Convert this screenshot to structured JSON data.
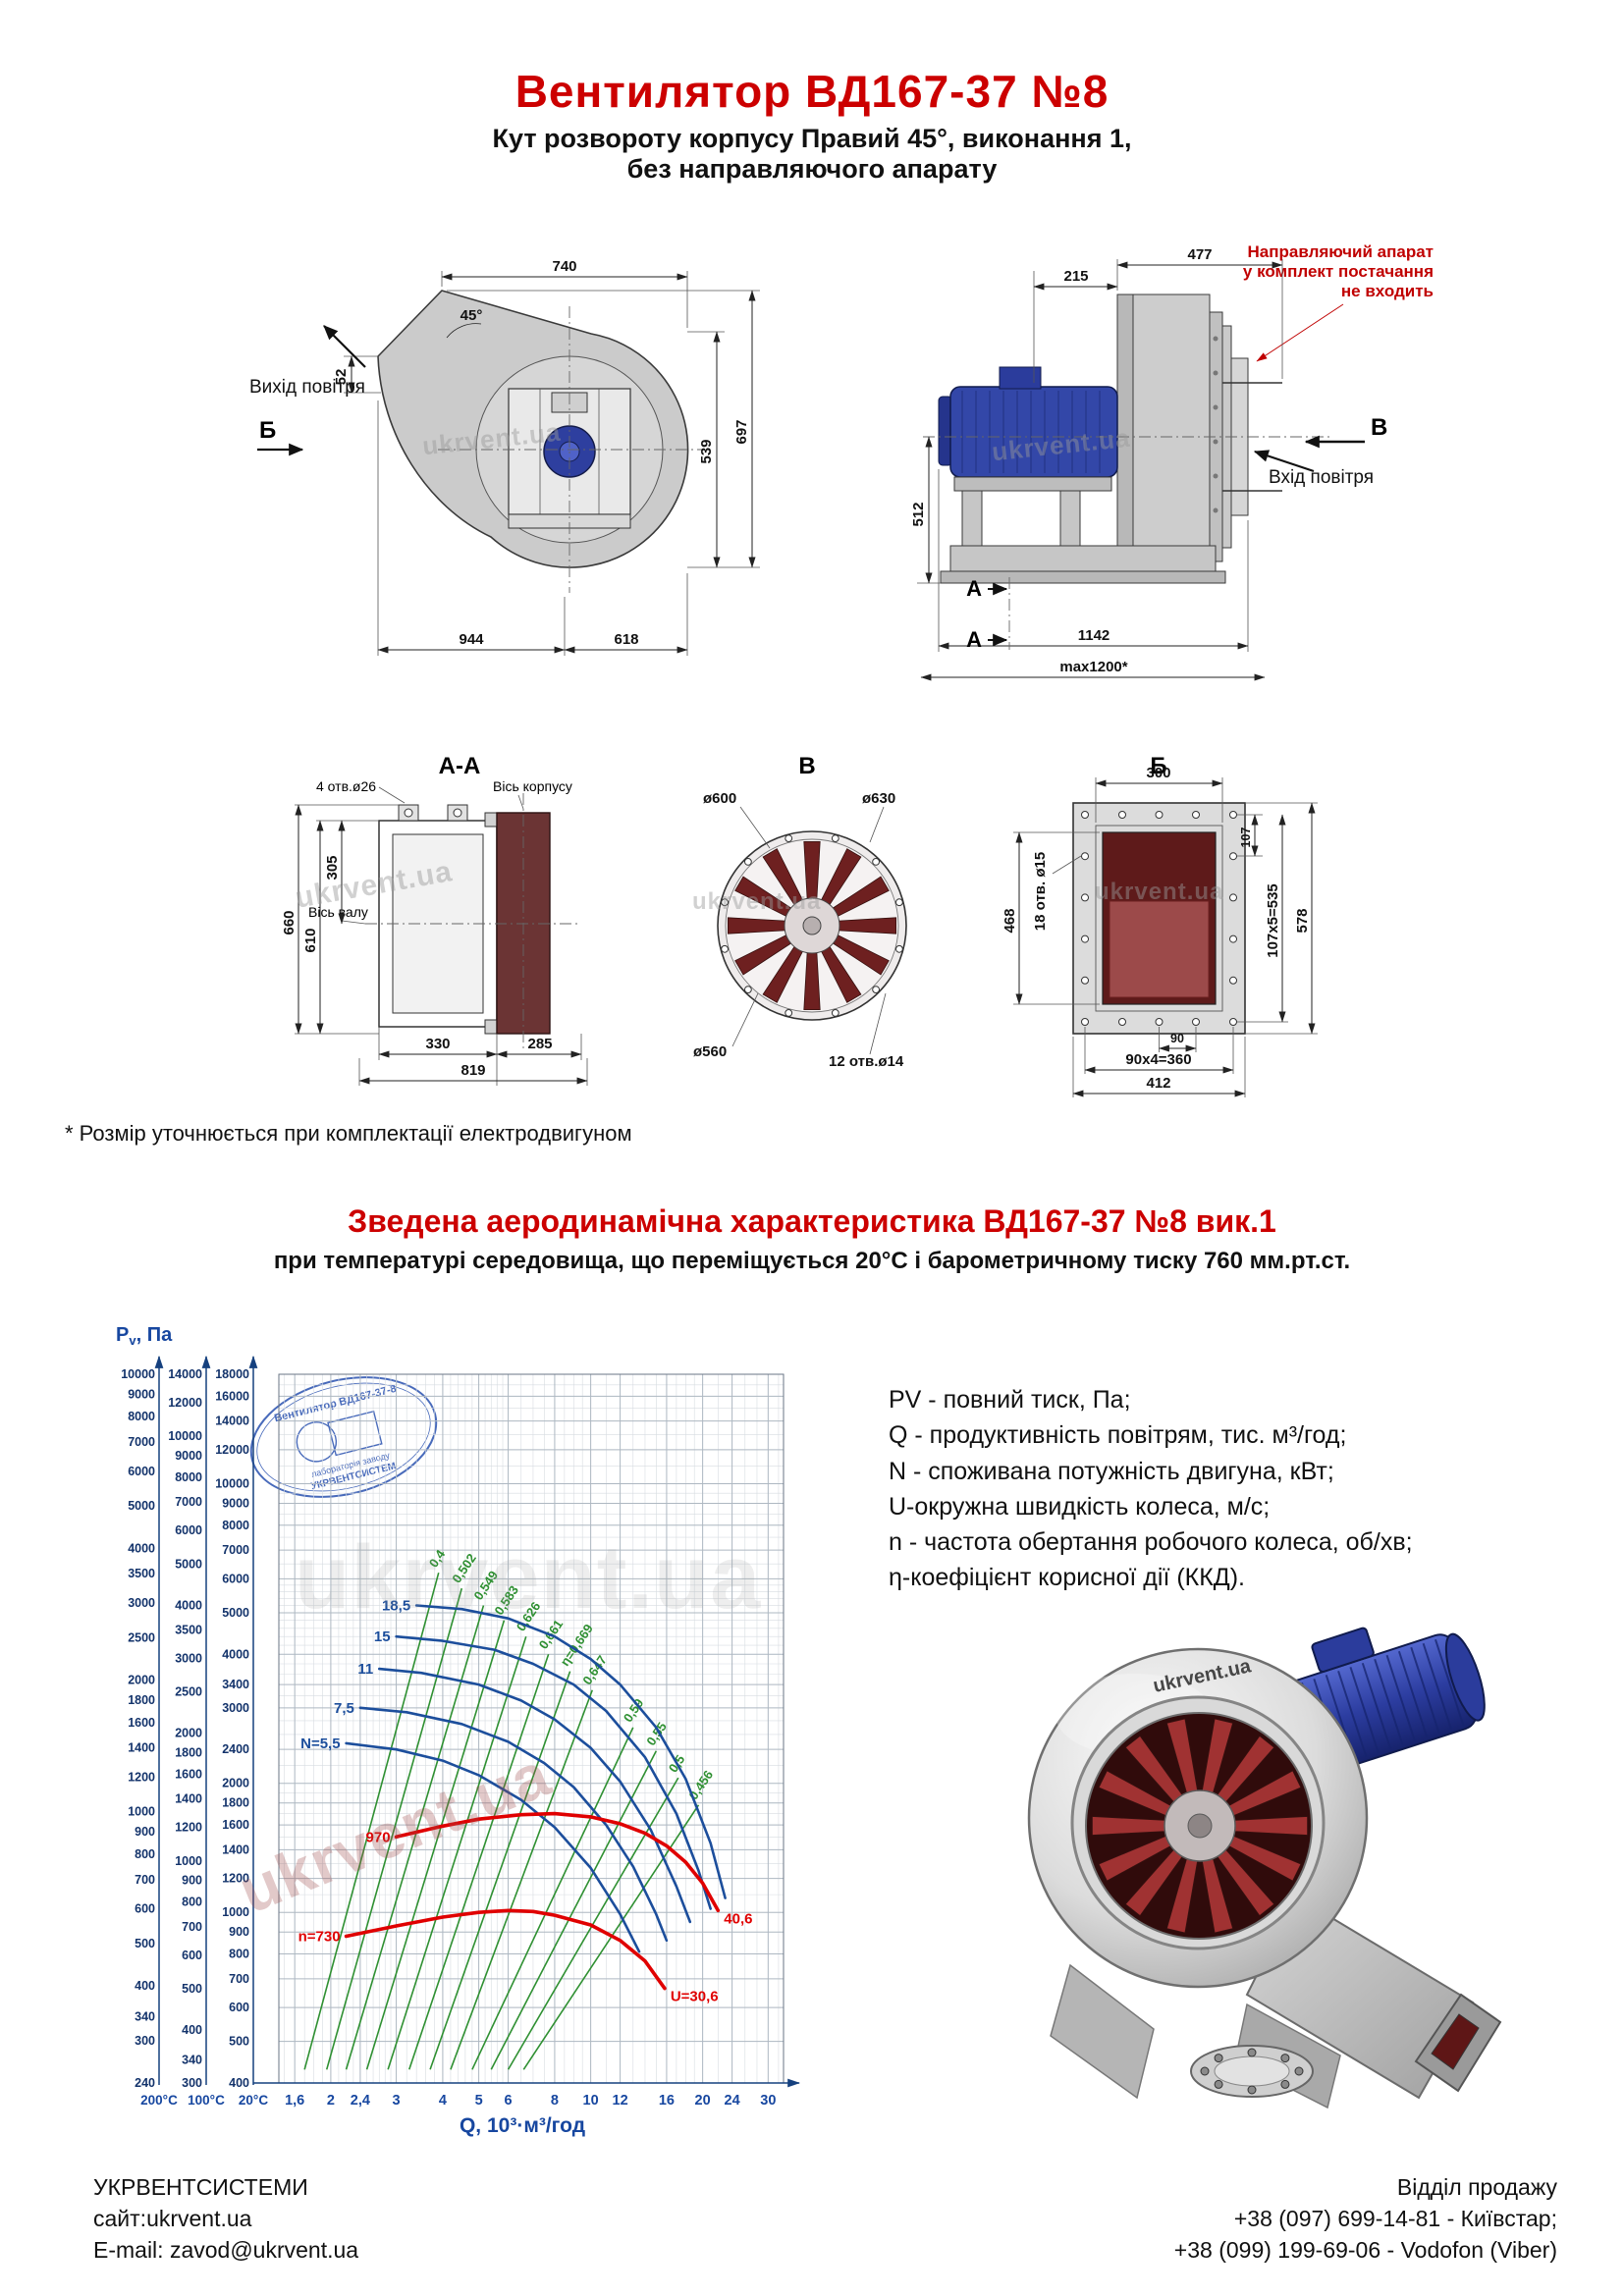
{
  "watermark": "ukrvent.ua",
  "header": {
    "title": "Вентилятор ВД167-37 №8",
    "subtitle1": "Кут розвороту корпусу Правий 45°, виконання 1,",
    "subtitle2": "без направляючого апарату"
  },
  "front_view": {
    "air_out_label": "Вихід повітря",
    "section_mark": "Б",
    "dim_740": "740",
    "dim_45": "45°",
    "dim_539": "539",
    "dim_697": "697",
    "dim_944": "944",
    "dim_618": "618",
    "dim_52": "52"
  },
  "side_view": {
    "warning1": "Направляючий апарат",
    "warning2": "у комплект постачання",
    "warning3": "не входить",
    "air_in_label": "Вхід повітря",
    "mark_v": "В",
    "mark_a": "А",
    "dim_477": "477",
    "dim_215": "215",
    "dim_512": "512",
    "dim_1142": "1142",
    "dim_max1200": "max1200*"
  },
  "section_aa": {
    "title": "А-А",
    "axis_housing": "Вісь корпусу",
    "axis_shaft": "Вісь валу",
    "holes": "4 отв.ø26",
    "dim_660": "660",
    "dim_610": "610",
    "dim_305": "305",
    "dim_330": "330",
    "dim_285": "285",
    "dim_819": "819"
  },
  "section_v": {
    "title": "В",
    "dim_600": "ø600",
    "dim_630": "ø630",
    "dim_560": "ø560",
    "holes": "12 отв.ø14"
  },
  "section_b": {
    "title": "Б",
    "dim_300": "300",
    "holes": "18 отв. ø15",
    "dim_468": "468",
    "dim_107": "107",
    "dim_107x5": "107х5=535",
    "dim_578": "578",
    "dim_90": "90",
    "dim_90x4": "90х4=360",
    "dim_412": "412"
  },
  "footnote": "* Розмір уточнюється при комплектації електродвигуном",
  "aero": {
    "heading": "Зведена аеродинамічна характеристика ВД167-37 №8 вик.1",
    "subheading": "при температурі середовища, що переміщується 20°С і барометричному тиску 760 мм.рт.ст.",
    "legend": [
      "PV - повний тиск, Па;",
      "Q - продуктивність повітрям, тис. м³/год;",
      "N - споживана потужність двигуна, кВт;",
      "U-окружна швидкість колеса, м/с;",
      "n - частота обертання робочого колеса, об/хв;",
      "η-коефіцієнт корисної дії (ККД)."
    ]
  },
  "chart_data": {
    "type": "line",
    "title": "Зведена аеродинамічна характеристика ВД167-37 №8 вик.1",
    "xlabel": "Q, 10³·м³/год",
    "ylabel": "Pv, Па",
    "x_scale": "log",
    "y_scale": "log",
    "x_range": [
      1.45,
      33
    ],
    "x_ticks": [
      "1,6",
      "2",
      "2,4",
      "3",
      "4",
      "5",
      "6",
      "8",
      "10",
      "12",
      "16",
      "20",
      "24",
      "30"
    ],
    "x_tick_values": [
      1.6,
      2,
      2.4,
      3,
      4,
      5,
      6,
      8,
      10,
      12,
      16,
      20,
      24,
      30
    ],
    "pressure_scales": [
      {
        "label": "200°C",
        "range": [
          240,
          10000
        ],
        "ticks": [
          10000,
          9000,
          8000,
          7000,
          6000,
          5000,
          4000,
          3500,
          3000,
          2500,
          2000,
          1800,
          1600,
          1400,
          1200,
          1000,
          900,
          800,
          700,
          600,
          500,
          400,
          340,
          300,
          240
        ]
      },
      {
        "label": "100°C",
        "range": [
          300,
          14000
        ],
        "ticks": [
          14000,
          12000,
          10000,
          9000,
          8000,
          7000,
          6000,
          5000,
          4000,
          3500,
          3000,
          2500,
          2000,
          1800,
          1600,
          1400,
          1200,
          1000,
          900,
          800,
          700,
          600,
          500,
          400,
          340,
          300
        ]
      },
      {
        "label": "20°C",
        "range": [
          400,
          18000
        ],
        "ticks": [
          18000,
          16000,
          14000,
          12000,
          10000,
          9000,
          8000,
          7000,
          6000,
          5000,
          4000,
          3400,
          3000,
          2400,
          2000,
          1800,
          1600,
          1400,
          1200,
          1000,
          900,
          800,
          700,
          600,
          500,
          400
        ]
      }
    ],
    "power_curves": [
      {
        "label": "18,5",
        "points": [
          [
            3.4,
            5200
          ],
          [
            4.5,
            5100
          ],
          [
            6,
            4850
          ],
          [
            8,
            4400
          ],
          [
            10,
            3900
          ],
          [
            12,
            3400
          ],
          [
            15,
            2700
          ],
          [
            18,
            2050
          ],
          [
            21,
            1450
          ],
          [
            23,
            1080
          ]
        ]
      },
      {
        "label": "15",
        "points": [
          [
            3.0,
            4400
          ],
          [
            4,
            4300
          ],
          [
            5.5,
            4100
          ],
          [
            7,
            3800
          ],
          [
            9,
            3400
          ],
          [
            11,
            2950
          ],
          [
            14,
            2300
          ],
          [
            17,
            1700
          ],
          [
            19.5,
            1250
          ],
          [
            21,
            1020
          ]
        ]
      },
      {
        "label": "11",
        "points": [
          [
            2.7,
            3700
          ],
          [
            3.5,
            3620
          ],
          [
            5,
            3400
          ],
          [
            6.5,
            3120
          ],
          [
            8,
            2820
          ],
          [
            10,
            2420
          ],
          [
            12,
            2020
          ],
          [
            14.5,
            1560
          ],
          [
            17,
            1150
          ],
          [
            18.5,
            950
          ]
        ]
      },
      {
        "label": "7,5",
        "points": [
          [
            2.4,
            3000
          ],
          [
            3.2,
            2930
          ],
          [
            4.5,
            2750
          ],
          [
            6,
            2500
          ],
          [
            7.5,
            2230
          ],
          [
            9,
            1960
          ],
          [
            11,
            1600
          ],
          [
            13,
            1280
          ],
          [
            15,
            990
          ],
          [
            16,
            860
          ]
        ]
      },
      {
        "label": "N=5,5",
        "points": [
          [
            2.2,
            2480
          ],
          [
            3,
            2400
          ],
          [
            4,
            2260
          ],
          [
            5,
            2090
          ],
          [
            6.5,
            1830
          ],
          [
            8,
            1580
          ],
          [
            10,
            1270
          ],
          [
            12,
            990
          ],
          [
            13.5,
            810
          ]
        ]
      }
    ],
    "efficiency_lines": [
      {
        "label": "0,4",
        "from": [
          1.7,
          430
        ],
        "to": [
          3.9,
          6200
        ]
      },
      {
        "label": "0,502",
        "from": [
          1.95,
          430
        ],
        "to": [
          4.5,
          5700
        ]
      },
      {
        "label": "0,549",
        "from": [
          2.2,
          430
        ],
        "to": [
          5.15,
          5200
        ]
      },
      {
        "label": "0,583",
        "from": [
          2.5,
          430
        ],
        "to": [
          5.85,
          4800
        ]
      },
      {
        "label": "0,626",
        "from": [
          2.85,
          430
        ],
        "to": [
          6.7,
          4400
        ]
      },
      {
        "label": "0,661",
        "from": [
          3.25,
          430
        ],
        "to": [
          7.7,
          4000
        ]
      },
      {
        "label": "η=0,669",
        "from": [
          3.7,
          430
        ],
        "to": [
          8.8,
          3650
        ]
      },
      {
        "label": "0,647",
        "from": [
          4.2,
          430
        ],
        "to": [
          10.1,
          3300
        ]
      },
      {
        "label": "0,59",
        "from": [
          4.8,
          430
        ],
        "to": [
          13.0,
          2700
        ]
      },
      {
        "label": "0,55",
        "from": [
          5.4,
          430
        ],
        "to": [
          15.0,
          2380
        ]
      },
      {
        "label": "0,5",
        "from": [
          6.0,
          430
        ],
        "to": [
          17.2,
          2060
        ]
      },
      {
        "label": "0,456",
        "from": [
          6.6,
          430
        ],
        "to": [
          19.5,
          1780
        ]
      }
    ],
    "speed_curves": [
      {
        "label": "970",
        "end_label": "40,6",
        "points": [
          [
            3.0,
            1500
          ],
          [
            4,
            1590
          ],
          [
            5,
            1650
          ],
          [
            6.5,
            1690
          ],
          [
            8,
            1700
          ],
          [
            10,
            1670
          ],
          [
            12,
            1610
          ],
          [
            14,
            1530
          ],
          [
            16,
            1430
          ],
          [
            18,
            1310
          ],
          [
            20,
            1170
          ],
          [
            22,
            1010
          ]
        ]
      },
      {
        "label": "n=730",
        "end_label": "U=30,6",
        "points": [
          [
            2.2,
            880
          ],
          [
            3,
            930
          ],
          [
            4,
            975
          ],
          [
            5,
            1000
          ],
          [
            6,
            1010
          ],
          [
            7,
            1005
          ],
          [
            8,
            985
          ],
          [
            10,
            935
          ],
          [
            12,
            860
          ],
          [
            14,
            770
          ],
          [
            15.8,
            665
          ]
        ]
      }
    ],
    "stamp": {
      "line1": "Вентилятор ВД167-37-8",
      "line2": "лабораторія заводу",
      "line3": "УКРВЕНТСИСТЕМ"
    }
  },
  "footer": {
    "company": "УКРВЕНТСИСТЕМИ",
    "site": "сайт:ukrvent.ua",
    "email": "E-mail: zavod@ukrvent.ua",
    "sales": "Відділ продажу",
    "phone1": "+38 (097) 699-14-81 - Київстар;",
    "phone2": "+38 (099) 199-69-06 - Vodofon (Viber)"
  }
}
